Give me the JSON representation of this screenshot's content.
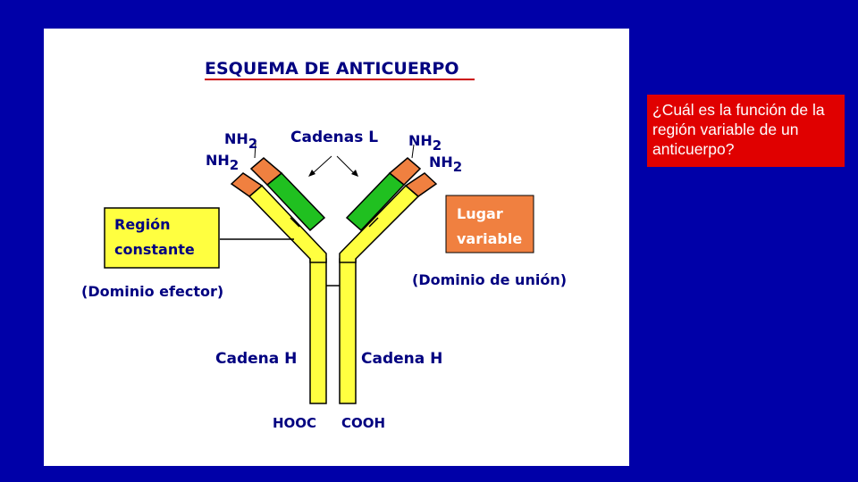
{
  "slide": {
    "background_color": "#0000a8",
    "question": "¿Cuál es la función de la región variable de un anticuerpo?",
    "question_box_color": "#e00000"
  },
  "diagram": {
    "title": "ESQUEMA DE ANTICUERPO",
    "labels": {
      "nh2": "NH",
      "subscript_2": "2",
      "light_chains": "Cadenas L",
      "constant_region_line1": "Región",
      "constant_region_line2": "constante",
      "variable_site_line1": "Lugar",
      "variable_site_line2": "variable",
      "effector_domain": "(Dominio efector)",
      "binding_domain": "(Dominio de unión)",
      "heavy_chain": "Cadena H",
      "hooc": "HOOC",
      "cooh": "COOH"
    },
    "colors": {
      "heavy_chain": "#ffff40",
      "light_chain": "#20c020",
      "variable_tip": "#f08040",
      "constant_label_box": "#ffff40",
      "variable_label_box": "#f08040",
      "text": "#000080"
    }
  }
}
